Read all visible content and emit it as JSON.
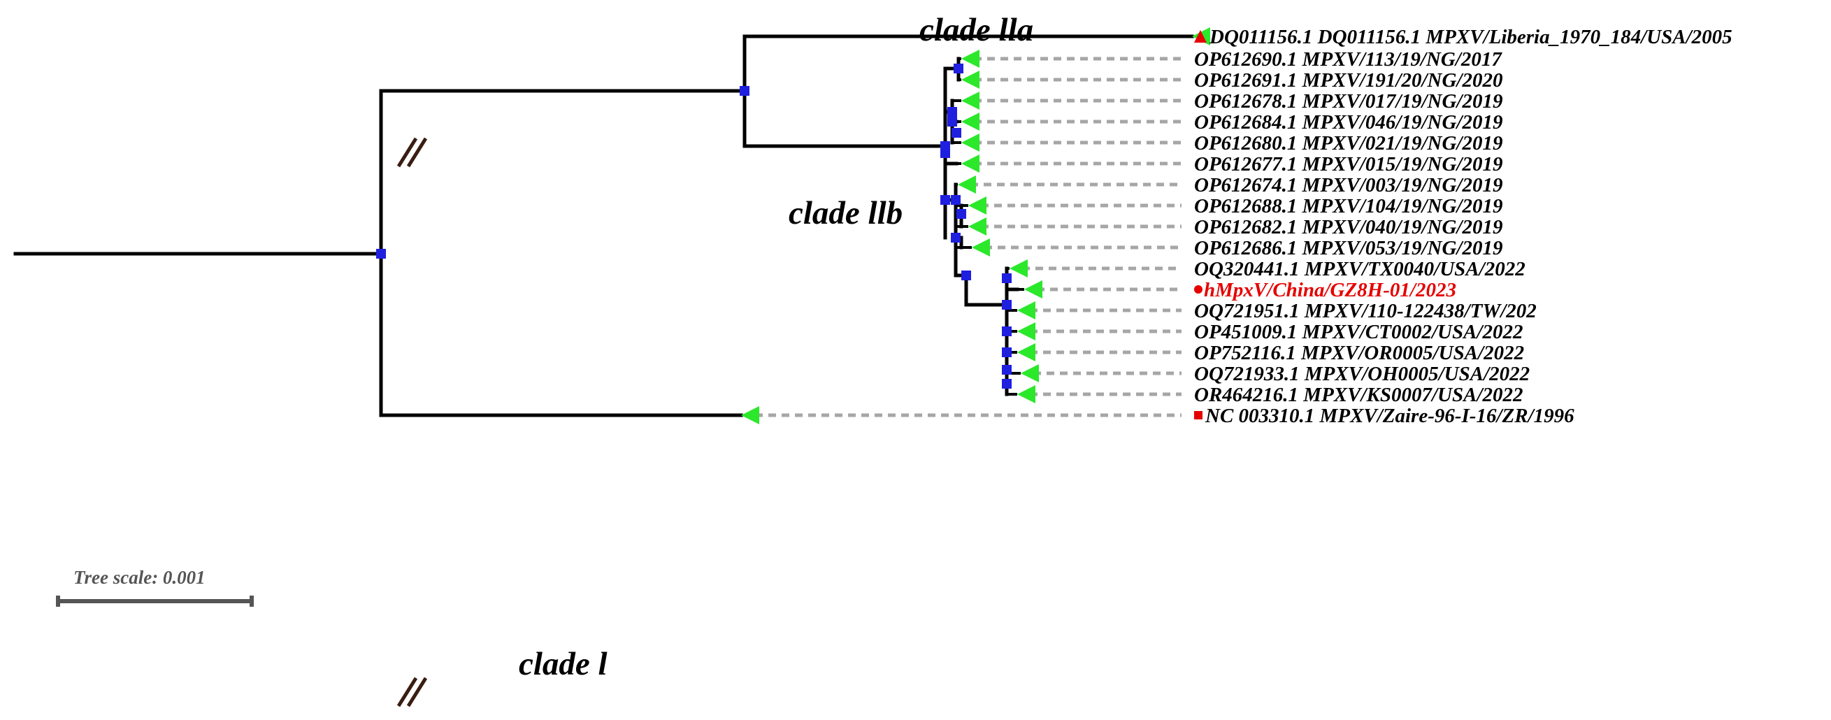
{
  "scale": {
    "label": "Tree scale: 0.001"
  },
  "clades": {
    "iia": "clade lla",
    "iib": "clade llb",
    "i": "clade l"
  },
  "leaves": [
    {
      "marker": "triangle",
      "marker_color": "#e60000",
      "label": "DQ011156.1 DQ011156.1 MPXV/Liberia_1970_184/USA/2005"
    },
    {
      "marker": "",
      "label": "OP612690.1 MPXV/113/19/NG/2017"
    },
    {
      "marker": "",
      "label": "OP612691.1 MPXV/191/20/NG/2020"
    },
    {
      "marker": "",
      "label": "OP612678.1 MPXV/017/19/NG/2019"
    },
    {
      "marker": "",
      "label": "OP612684.1 MPXV/046/19/NG/2019"
    },
    {
      "marker": "",
      "label": "OP612680.1 MPXV/021/19/NG/2019"
    },
    {
      "marker": "",
      "label": "OP612677.1 MPXV/015/19/NG/2019"
    },
    {
      "marker": "",
      "label": "OP612674.1 MPXV/003/19/NG/2019"
    },
    {
      "marker": "",
      "label": "OP612688.1 MPXV/104/19/NG/2019"
    },
    {
      "marker": "",
      "label": "OP612682.1 MPXV/040/19/NG/2019"
    },
    {
      "marker": "",
      "label": "OP612686.1 MPXV/053/19/NG/2019"
    },
    {
      "marker": "",
      "label": "OQ320441.1 MPXV/TX0040/USA/2022"
    },
    {
      "marker": "circle",
      "marker_color": "#e60000",
      "label": "hMpxV/China/GZ8H-01/2023",
      "highlight": true
    },
    {
      "marker": "",
      "label": "OQ721951.1 MPXV/110-122438/TW/202"
    },
    {
      "marker": "",
      "label": "OP451009.1 MPXV/CT0002/USA/2022"
    },
    {
      "marker": "",
      "label": "OP752116.1 MPXV/OR0005/USA/2022"
    },
    {
      "marker": "",
      "label": "OQ721933.1 MPXV/OH0005/USA/2022"
    },
    {
      "marker": "",
      "label": "OR464216.1 MPXV/KS0007/USA/2022"
    },
    {
      "marker": "square",
      "marker_color": "#e60000",
      "label": "NC 003310.1 MPXV/Zaire-96-I-16/ZR/1996"
    }
  ],
  "colors": {
    "node": "#1f1fe0",
    "tip": "#2be82b",
    "highlight": "#e60000",
    "branch": "#000000",
    "guide": "#a6a6a6"
  }
}
